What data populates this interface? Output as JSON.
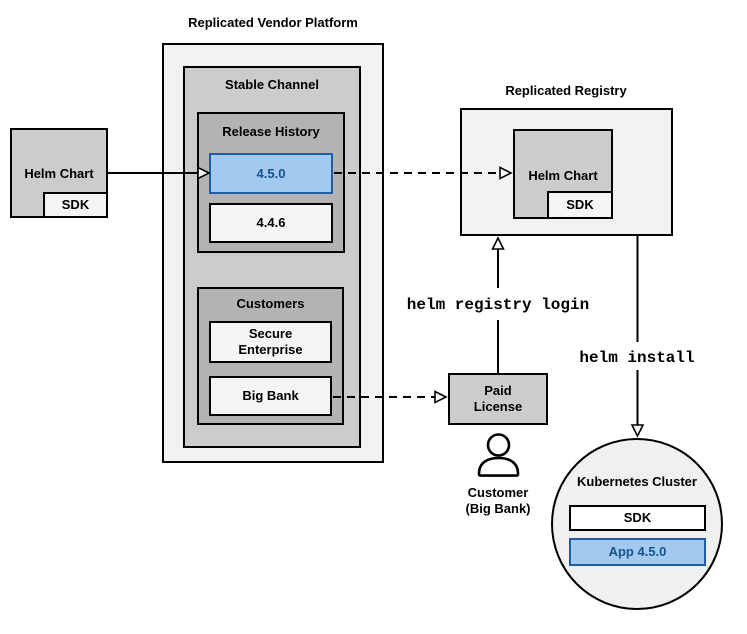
{
  "diagram": {
    "platform": {
      "title": "Replicated Vendor Platform",
      "stable_channel": {
        "label": "Stable Channel",
        "release_history": {
          "label": "Release History",
          "releases": [
            {
              "version": "4.5.0",
              "highlighted": true
            },
            {
              "version": "4.4.6",
              "highlighted": false
            }
          ]
        },
        "customers": {
          "label": "Customers",
          "items": [
            "Secure Enterprise",
            "Big Bank"
          ]
        }
      }
    },
    "helm_chart_source": {
      "label": "Helm Chart",
      "sdk_label": "SDK"
    },
    "registry": {
      "title": "Replicated Registry",
      "helm_chart_label": "Helm Chart",
      "sdk_label": "SDK"
    },
    "paid_license": {
      "label": "Paid License"
    },
    "customer": {
      "line1": "Customer",
      "line2": "(Big Bank)"
    },
    "cluster": {
      "label": "Kubernetes Cluster",
      "sdk_label": "SDK",
      "app_label": "App 4.5.0"
    },
    "commands": {
      "registry_login": "helm registry login",
      "install": "helm install"
    },
    "colors": {
      "highlight_fill": "#a3c9ee",
      "highlight_border": "#1d5fa6",
      "highlight_text": "#17538f",
      "platform_fill": "#f2f2f2",
      "channel_fill": "#cccccc",
      "group_fill": "#b3b3b3",
      "item_fill": "#f5f5f5",
      "box_border": "#000000"
    }
  }
}
